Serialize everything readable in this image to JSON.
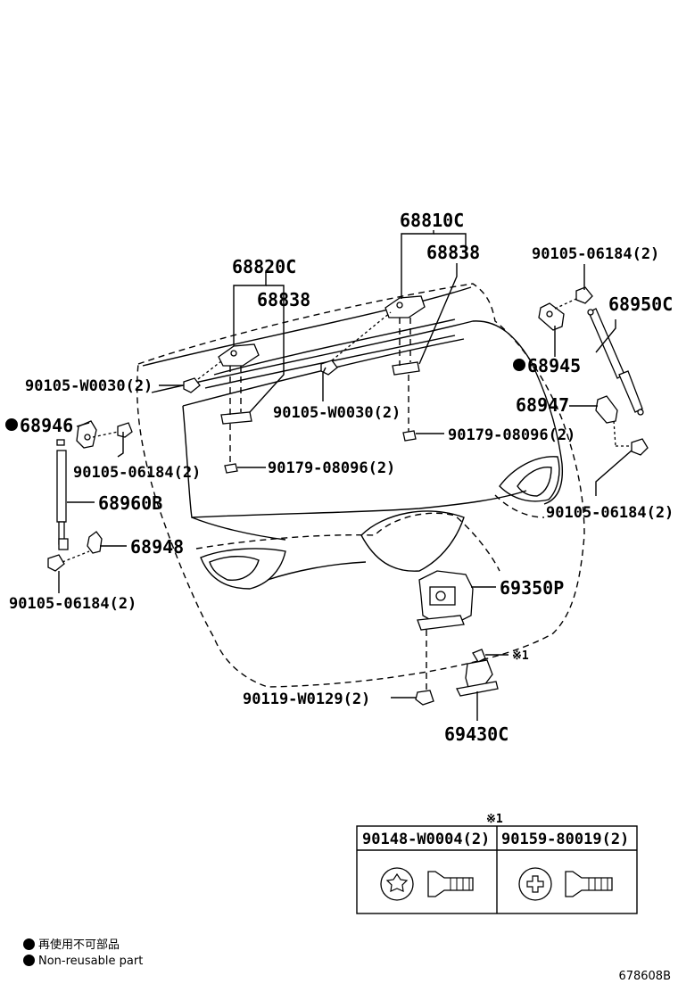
{
  "labels": {
    "p68810C": "68810C",
    "p68838a": "68838",
    "p68838b": "68838",
    "p68820C": "68820C",
    "p90105_06184_top": "90105-06184(2)",
    "p68950C": "68950C",
    "p68945": "68945",
    "p90105_W0030_left": "90105-W0030(2)",
    "p90105_W0030_mid": "90105-W0030(2)",
    "p68947": "68947",
    "p68946": "68946",
    "p90179_08096_right": "90179-08096(2)",
    "p90105_06184_left": "90105-06184(2)",
    "p90179_08096_mid": "90179-08096(2)",
    "p68960B": "68960B",
    "p90105_06184_right": "90105-06184(2)",
    "p68948": "68948",
    "p90105_06184_bottom": "90105-06184(2)",
    "p69350P": "69350P",
    "note_mark": "※1",
    "p90119_W0129": "90119-W0129(2)",
    "p69430C": "69430C"
  },
  "note_table": {
    "mark": "※1",
    "col1": "90148-W0004(2)",
    "col2": "90159-80019(2)"
  },
  "legend": {
    "line1": "再使用不可部品",
    "line2": "Non-reusable part"
  },
  "diagram_code": "678608B"
}
